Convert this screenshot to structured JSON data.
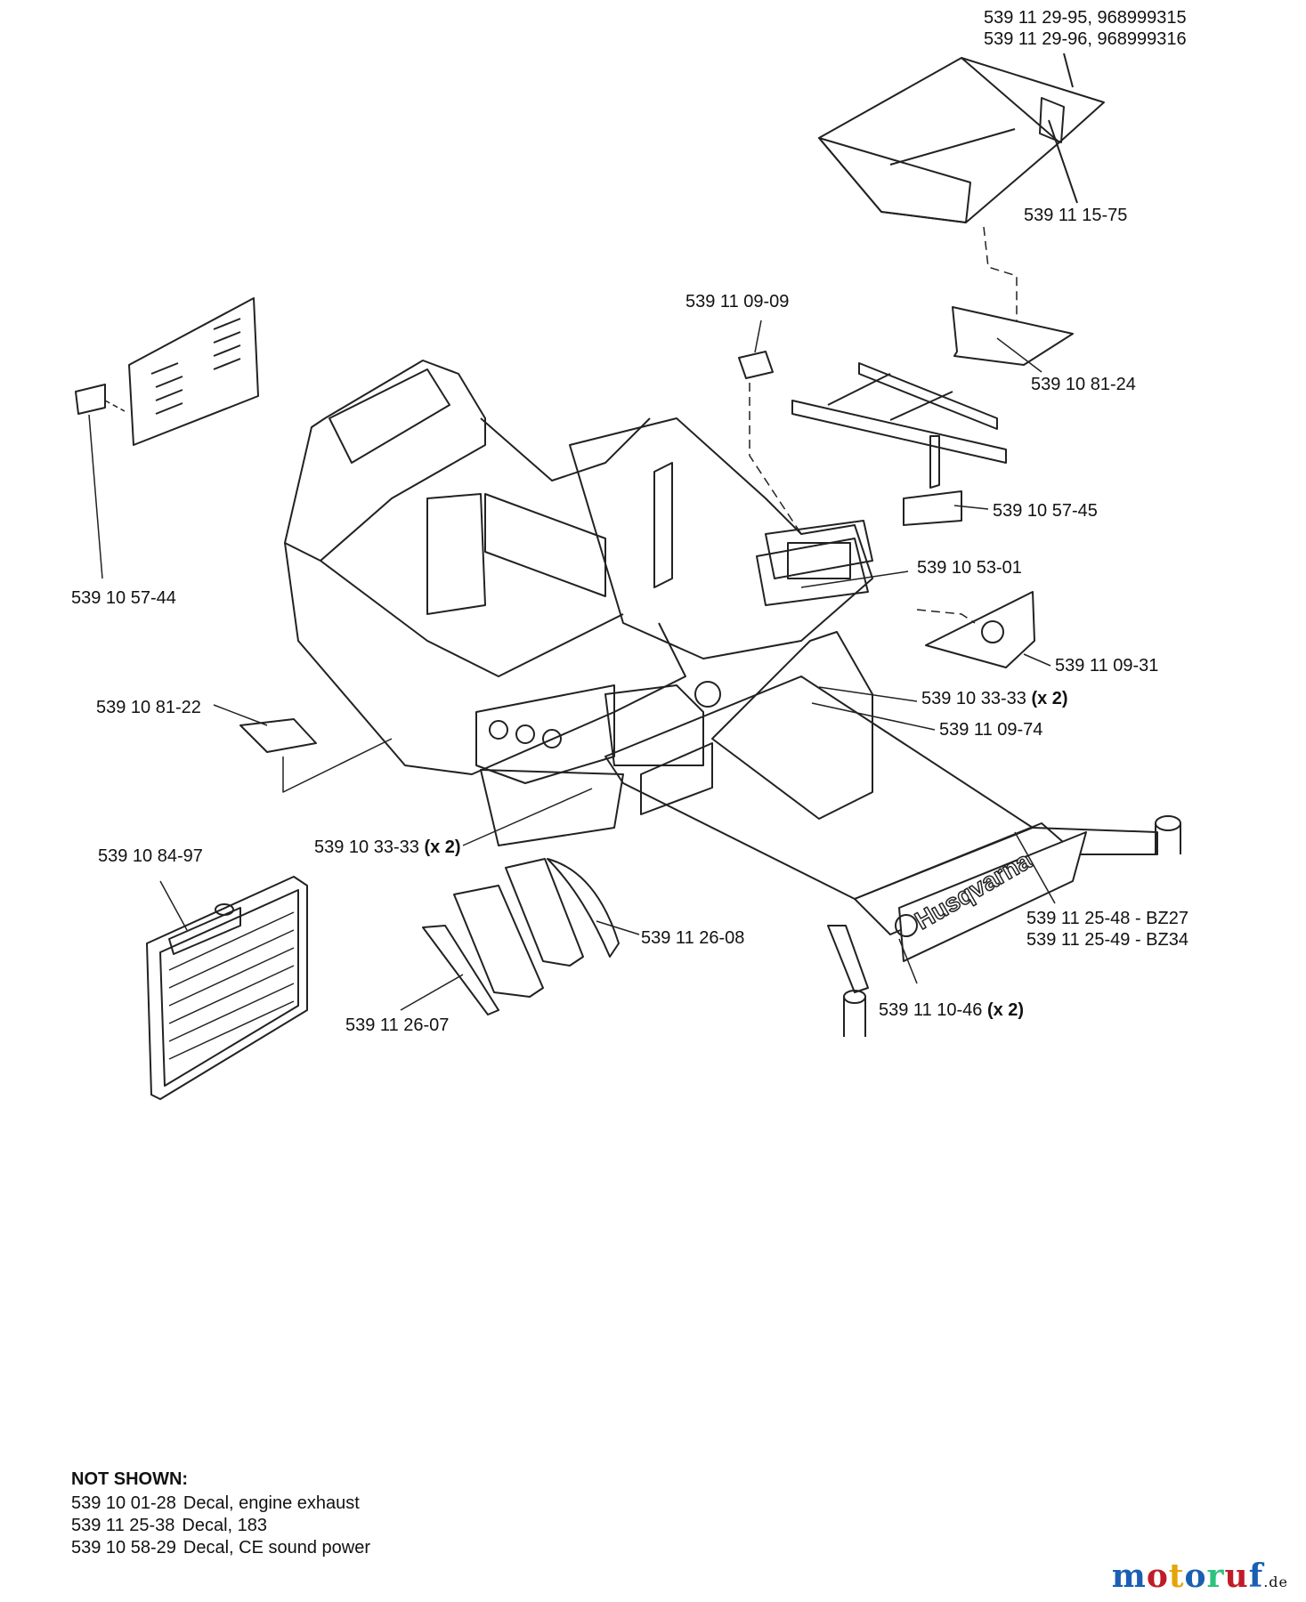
{
  "labels": {
    "seat_pan_1": "539 11 29-95, 968999315",
    "seat_pan_2": "539 11 29-96, 968999316",
    "seat_decal": "539 11 15-75",
    "decal_0909": "539 11 09-09",
    "decal_8124": "539 10 81-24",
    "decal_5745": "539 10 57-45",
    "decal_5744": "539 10 57-44",
    "decal_5301": "539 10 53-01",
    "decal_0931": "539 11 09-31",
    "decal_3333_right": "539 10 33-33",
    "decal_3333_right_qty": "(x 2)",
    "decal_0974": "539 11 09-74",
    "decal_8122": "539 10 81-22",
    "decal_3333_left": "539 10 33-33",
    "decal_3333_left_qty": "(x 2)",
    "radiator": "539 10 84-97",
    "shield_2608": "539 11 26-08",
    "shield_2607": "539 11 26-07",
    "bz27": "539 11 25-48 - BZ27",
    "bz34": "539 11 25-49 - BZ34",
    "decal_1046": "539 11 10-46",
    "decal_1046_qty": "(x 2)",
    "brand_logo": "Husqvarna"
  },
  "not_shown": {
    "title": "NOT SHOWN:",
    "items": [
      {
        "part": "539 10 01-28",
        "desc": "Decal, engine exhaust"
      },
      {
        "part": "539 11 25-38",
        "desc": "Decal, 183"
      },
      {
        "part": "539 10 58-29",
        "desc": "Decal, CE sound power"
      }
    ]
  },
  "watermark": {
    "letters": [
      "m",
      "o",
      "t",
      "o",
      "r",
      "u",
      "f"
    ],
    "colors": [
      "#1a5fb4",
      "#c01c28",
      "#e5a50a",
      "#1a5fb4",
      "#2ec27e",
      "#c01c28",
      "#1a5fb4"
    ],
    "suffix": ".de"
  }
}
